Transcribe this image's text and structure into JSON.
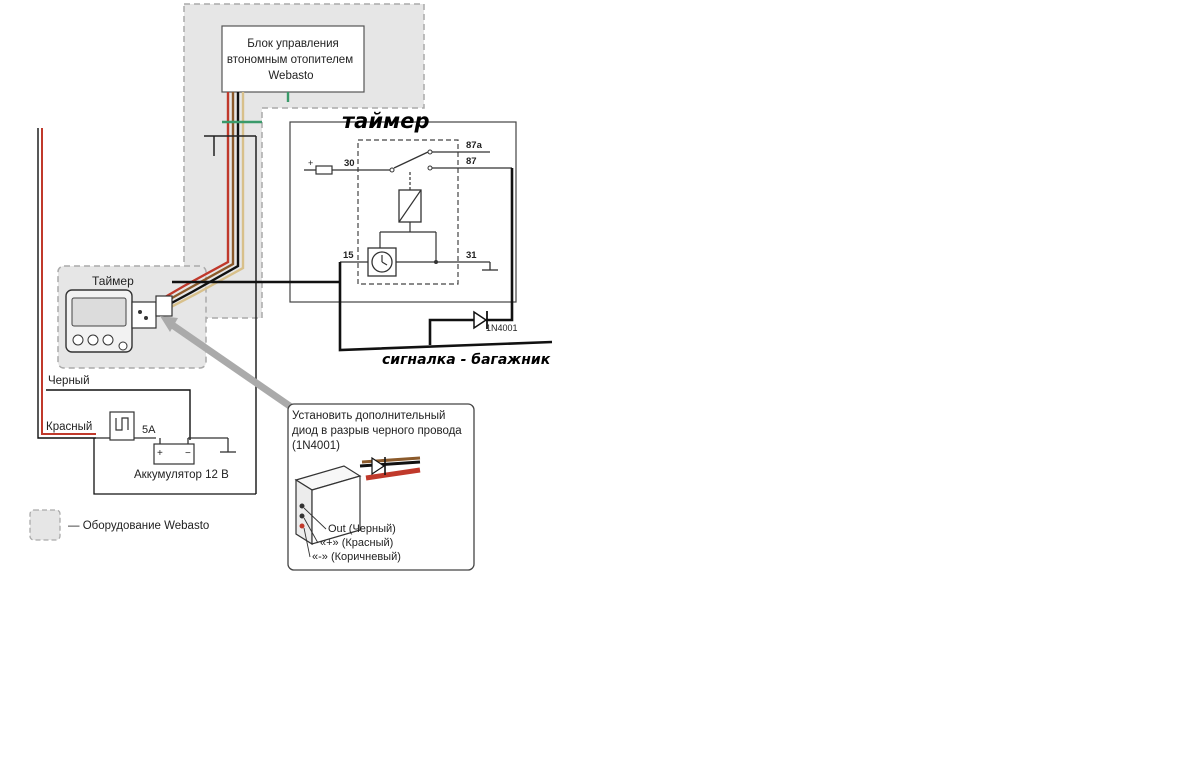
{
  "heater_unit": {
    "line1": "Блок управления",
    "line2": "втономным отопителем",
    "line3": "Webasto"
  },
  "timer_module": {
    "title": "таймер",
    "pins": {
      "p30": "30",
      "p87a": "87a",
      "p87": "87",
      "p15": "15",
      "p31": "31",
      "plus": "+"
    }
  },
  "diode": {
    "label": "1N4001"
  },
  "alarm_label": "сигналка - багажник",
  "timer_device": {
    "label": "Таймер"
  },
  "wires": {
    "black": "Черный",
    "red": "Красный"
  },
  "fuse": {
    "label": "5A"
  },
  "battery": {
    "label": "Аккумулятор 12 В",
    "plus": "+",
    "minus": "−"
  },
  "legend": {
    "label": "— Оборудование Webasto"
  },
  "callout": {
    "line1": "Установить дополнительный",
    "line2": "диод в разрыв черного провода",
    "line3": "(1N4001)",
    "pin_out": "Out (Черный)",
    "pin_plus": "«+» (Красный)",
    "pin_minus": "«-» (Коричневый)"
  },
  "colors": {
    "webasto_area": "#e6e6e6",
    "dashed_border": "#aaaaaa",
    "red_wire": "#c0392b",
    "brown_wire": "#8b5a2b",
    "green_wire": "#3a9a6a",
    "black_wire": "#111111"
  }
}
